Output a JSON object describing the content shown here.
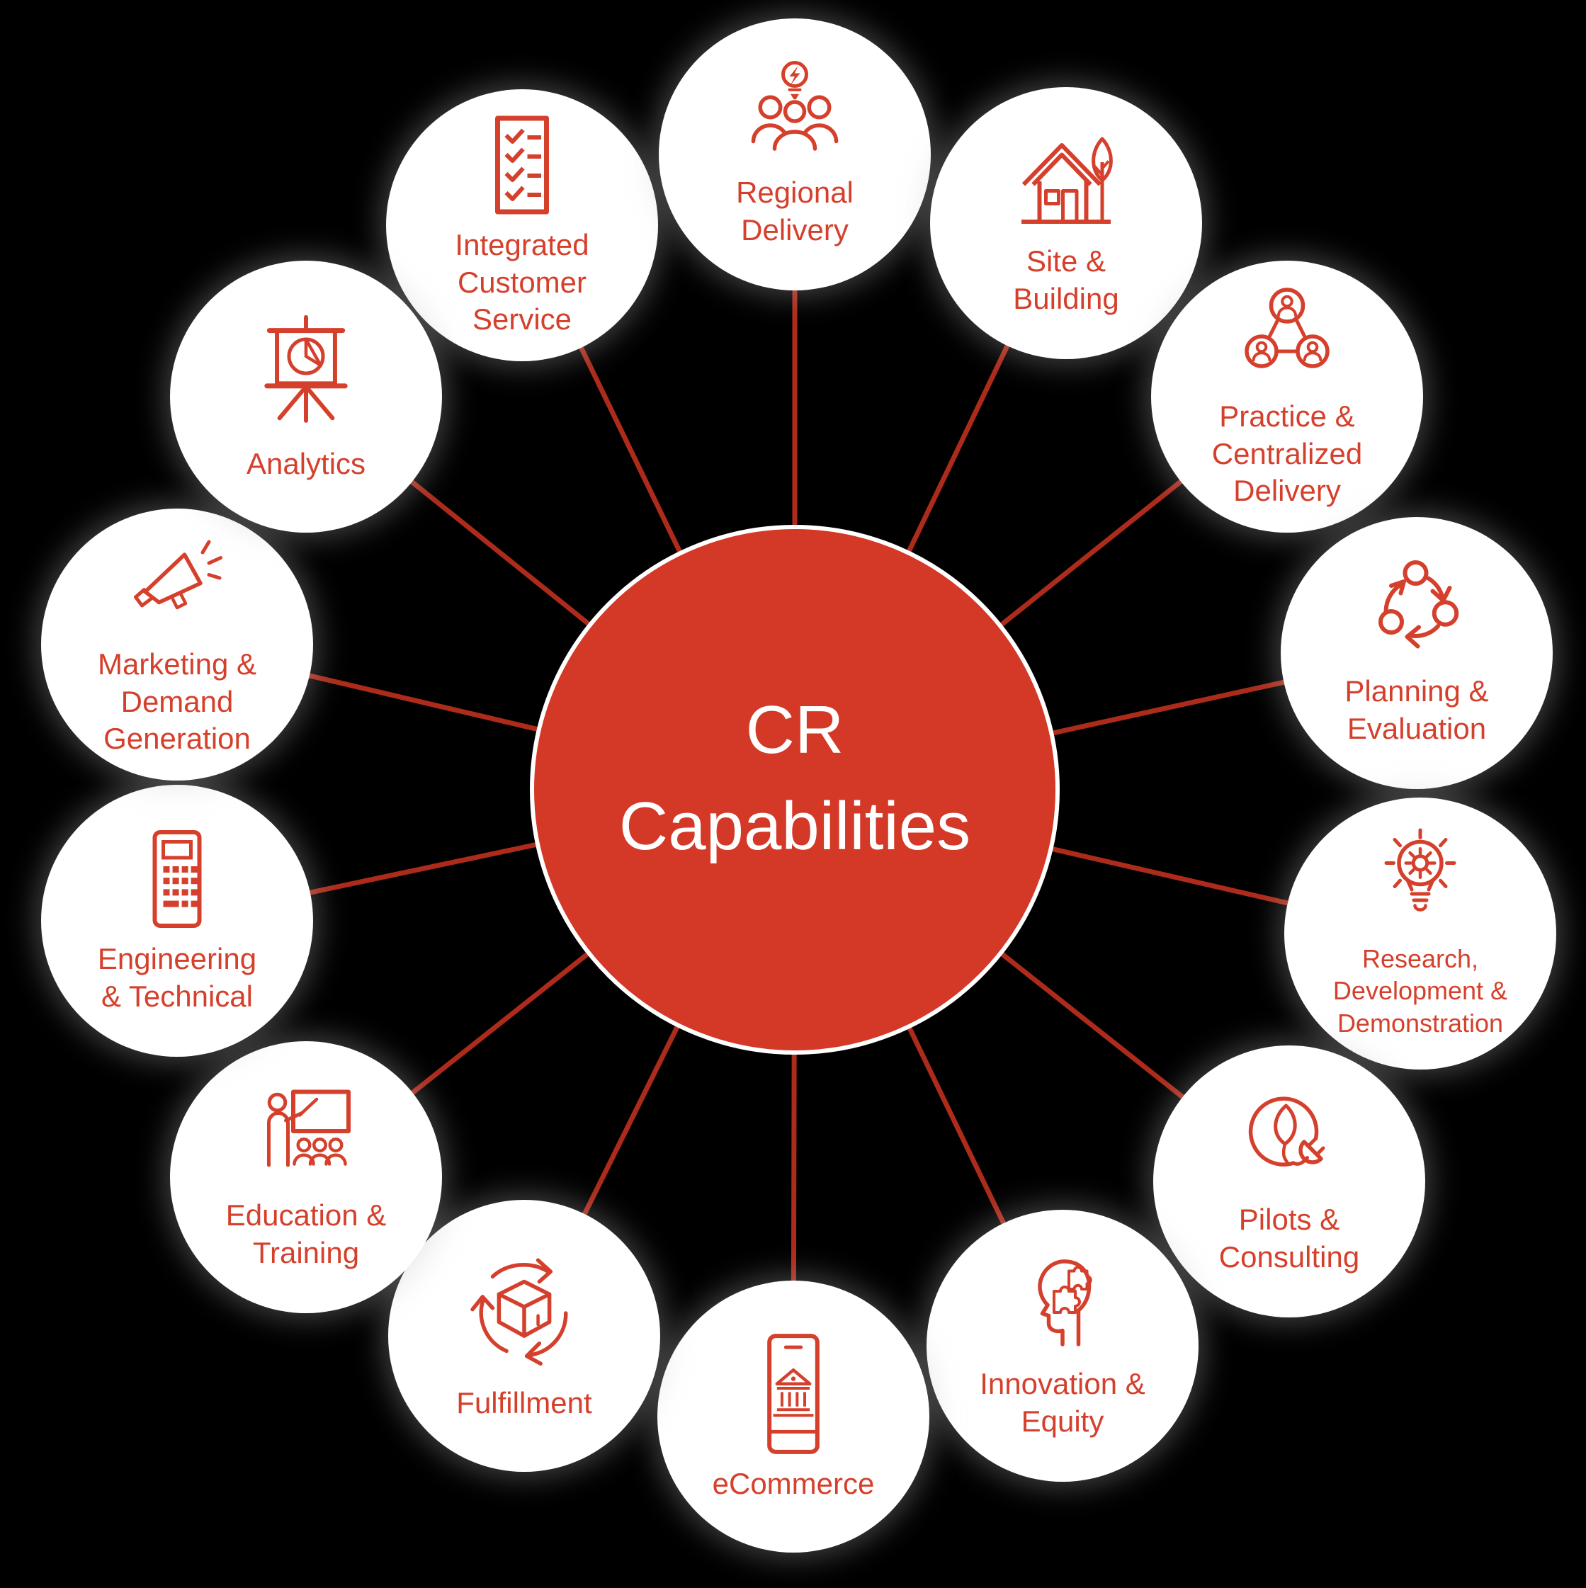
{
  "hub": {
    "label": "CR\nCapabilities"
  },
  "colors": {
    "background": "#000000",
    "accent_red": "#D5402C",
    "hub_fill": "#D43826",
    "connector_line": "#AC2B1B",
    "node_fill": "#FFFFFF"
  },
  "nodes": [
    {
      "label": "Integrated\nCustomer\nService",
      "icon": "checklist-icon"
    },
    {
      "label": "Regional\nDelivery",
      "icon": "team-idea-icon"
    },
    {
      "label": "Site &\nBuilding",
      "icon": "house-tree-icon"
    },
    {
      "label": "Practice &\nCentralized\nDelivery",
      "icon": "people-network-icon"
    },
    {
      "label": "Planning &\nEvaluation",
      "icon": "process-cycle-icon"
    },
    {
      "label": "Research,\nDevelopment &\nDemonstration",
      "icon": "idea-gear-icon"
    },
    {
      "label": "Pilots &\nConsulting",
      "icon": "leaf-plug-icon"
    },
    {
      "label": "Innovation &\nEquity",
      "icon": "head-puzzle-icon"
    },
    {
      "label": "eCommerce",
      "icon": "mobile-bank-icon"
    },
    {
      "label": "Fulfillment",
      "icon": "package-cycle-icon"
    },
    {
      "label": "Education &\nTraining",
      "icon": "training-icon"
    },
    {
      "label": "Engineering\n& Technical",
      "icon": "calculator-icon"
    },
    {
      "label": "Marketing &\nDemand\nGeneration",
      "icon": "megaphone-icon"
    },
    {
      "label": "Analytics",
      "icon": "presentation-chart-icon"
    }
  ]
}
